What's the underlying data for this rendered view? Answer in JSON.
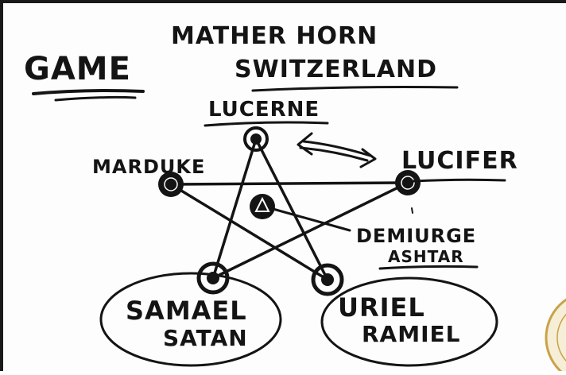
{
  "header": {
    "game_label": "GAME",
    "place_line1": "MATHER HORN",
    "place_line2": "SWITZERLAND"
  },
  "nodes": {
    "top": "LUCERNE",
    "left": "MARDUKE",
    "right": "LUCIFER",
    "center_line1": "DEMIURGE",
    "center_line2": "ASHTAR",
    "bottom_left_line1": "SAMAEL",
    "bottom_left_line2": "SATAN",
    "bottom_right_line1": "URIEL",
    "bottom_right_line2": "RAMIEL"
  },
  "colors": {
    "ink": "#141414",
    "paper": "#fdfdfd",
    "seal": "#c9a24a"
  }
}
